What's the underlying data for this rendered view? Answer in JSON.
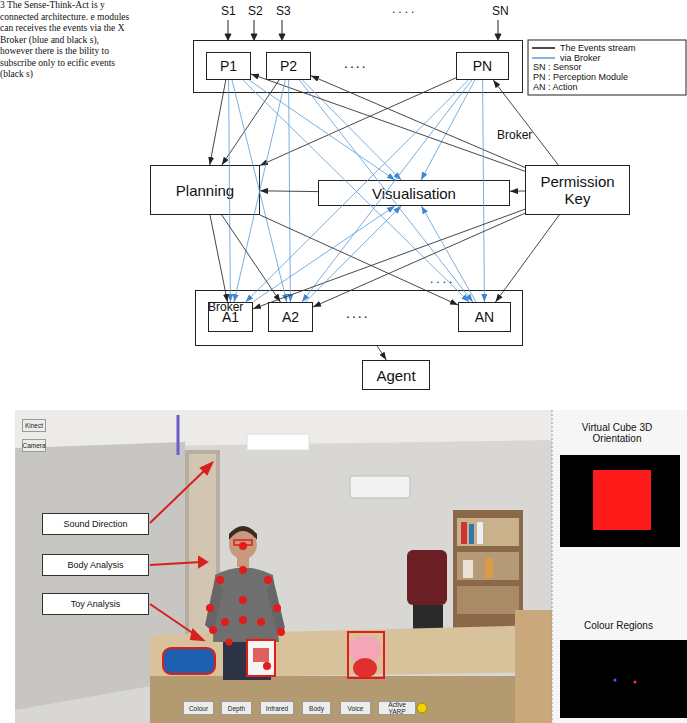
{
  "diagram": {
    "caption": "3 The Sense-Think-Act is y connected architecture. e modules can receives the events via the X Broker (blue and black s), however there is the bility to subscribe only to ecific events (black s)",
    "nodes": [
      {
        "text": [
          "...."
        ]
      },
      {
        "text": [
          "P1"
        ],
        "in": 0
      },
      {
        "text": [
          "P2"
        ],
        "in": 0
      },
      {
        "text": [
          "PN"
        ],
        "in": 0
      },
      {
        "text": [
          "Planning"
        ]
      },
      {
        "text": [
          "Visualisation"
        ]
      },
      {
        "text": [
          "Permission Key"
        ]
      },
      {
        "text": [
          "...."
        ]
      },
      {
        "text": [
          "A1"
        ],
        "in": 7
      },
      {
        "text": [
          "A2"
        ],
        "in": 7
      },
      {
        "text": [
          "AN"
        ],
        "in": 7
      },
      {
        "text": [
          "Agent"
        ]
      },
      {
        "text": [
          "Kinect"
        ]
      },
      {
        "text": [
          "Camera"
        ]
      },
      {
        "text": [
          "Sound Direction"
        ]
      },
      {
        "text": [
          "Body Analysis"
        ]
      },
      {
        "text": [
          "Toy Analysis"
        ]
      },
      {
        "text": [
          "Colour"
        ]
      },
      {
        "text": [
          "Depth"
        ]
      },
      {
        "text": [
          "Infrared"
        ]
      },
      {
        "text": [
          "Body"
        ]
      },
      {
        "text": [
          "Voice"
        ]
      },
      {
        "text": [
          "Active YARP"
        ]
      }
    ],
    "edges": [
      {
        "from": 1,
        "to": 4,
        "arrow": "to"
      },
      {
        "from": 2,
        "to": 4,
        "arrow": "to"
      },
      {
        "from": 3,
        "to": 4,
        "arrow": "to"
      },
      {
        "from": 1,
        "to": 5,
        "arrow": "to"
      },
      {
        "from": 2,
        "to": 5,
        "arrow": "to"
      },
      {
        "from": 3,
        "to": 5,
        "arrow": "to"
      },
      {
        "from": 6,
        "to": 1,
        "arrow": "to"
      },
      {
        "from": 6,
        "to": 2,
        "arrow": "to"
      },
      {
        "from": 6,
        "to": 3,
        "arrow": "to"
      },
      {
        "from": 1,
        "to": 8,
        "arrow": "to"
      },
      {
        "from": 1,
        "to": 9,
        "arrow": "to"
      },
      {
        "from": 1,
        "to": 10,
        "arrow": "to"
      },
      {
        "from": 2,
        "to": 8,
        "arrow": "to"
      },
      {
        "from": 2,
        "to": 9,
        "arrow": "to"
      },
      {
        "from": 2,
        "to": 10,
        "arrow": "to"
      },
      {
        "from": 3,
        "to": 8,
        "arrow": "to"
      },
      {
        "from": 3,
        "to": 9,
        "arrow": "to"
      },
      {
        "from": 3,
        "to": 10,
        "arrow": "to"
      },
      {
        "from": 6,
        "to": 8,
        "arrow": "to"
      },
      {
        "from": 6,
        "to": 9,
        "arrow": "to"
      },
      {
        "from": 6,
        "to": 10,
        "arrow": "to"
      },
      {
        "from": 4,
        "to": 8,
        "arrow": "to"
      },
      {
        "from": 4,
        "to": 9,
        "arrow": "to"
      },
      {
        "from": 4,
        "to": 10,
        "arrow": "to"
      },
      {
        "from": 8,
        "to": 5,
        "arrow": "to"
      },
      {
        "from": 9,
        "to": 5,
        "arrow": "to"
      },
      {
        "from": 10,
        "to": 5,
        "arrow": "to"
      },
      {
        "from": 5,
        "to": 4,
        "arrow": "to"
      },
      {
        "from": 6,
        "to": 5,
        "arrow": "to"
      },
      {
        "from": 7,
        "to": 11,
        "arrow": "to"
      }
    ],
    "labels": [
      "S1",
      "S2",
      "S3",
      "....",
      "SN",
      "Broker",
      "Broker",
      "....",
      "Virtual Cube 3D Orientation",
      "Colour Regions"
    ],
    "legend": [
      {
        "text": "The Events stream"
      },
      {
        "text": "via Broker"
      },
      {
        "text": "SN : Sensor"
      },
      {
        "text": "PN : Perception Module"
      },
      {
        "text": "AN : Action"
      }
    ]
  }
}
